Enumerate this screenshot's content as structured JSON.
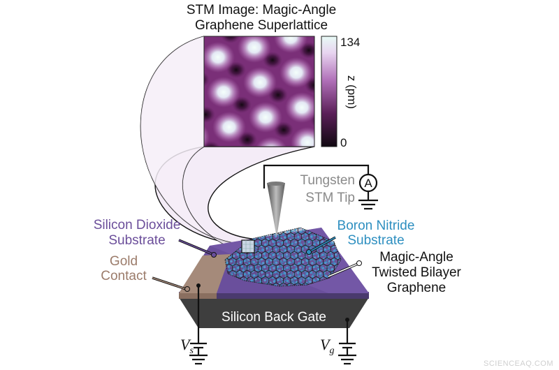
{
  "title": {
    "line1": "STM Image: Magic-Angle",
    "line2": "Graphene Superlattice"
  },
  "colorbar": {
    "max": "134",
    "min": "0",
    "label": "z (pm)"
  },
  "labels": {
    "tip_line1": "Tungsten",
    "tip_line2": "STM Tip",
    "ammeter": "A",
    "sio2_line1": "Silicon Dioxide",
    "sio2_line2": "Substrate",
    "bn_line1": "Boron Nitride",
    "bn_line2": "Substrate",
    "gold_line1": "Gold",
    "gold_line2": "Contact",
    "tbg_line1": "Magic-Angle",
    "tbg_line2": "Twisted Bilayer",
    "tbg_line3": "Graphene",
    "back_gate": "Silicon Back Gate",
    "vs_main": "V",
    "vs_sub": "s",
    "vg_main": "V",
    "vg_sub": "g"
  },
  "watermark": "SCIENCEAQ.COM",
  "colors": {
    "title_text": "#111111",
    "tip_text": "#8a8a8a",
    "sio2_text": "#6b4e9a",
    "bn_text": "#2e8fc0",
    "gold_text": "#9b7b6a",
    "tbg_text": "#111111",
    "sio2_fill": "#6a4f9c",
    "gold_fill": "#a58a7a",
    "gate_fill": "#3e3e3e",
    "lattice": "#2d8fc4"
  }
}
